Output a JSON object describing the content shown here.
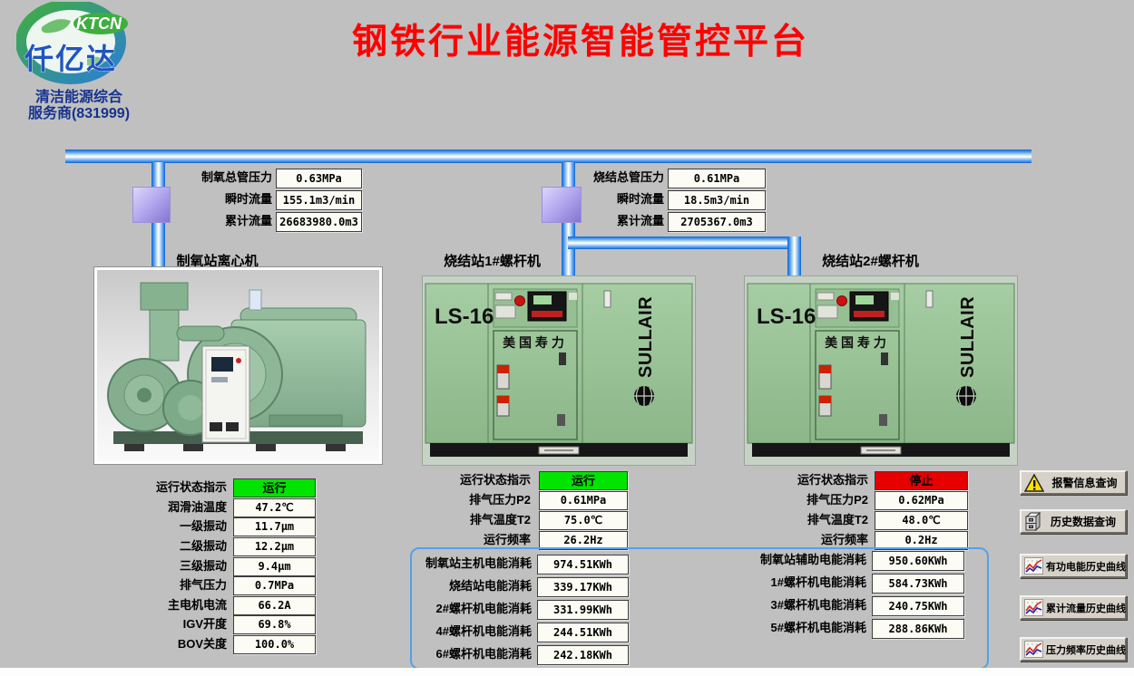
{
  "logo": {
    "brand_en": "KTCN",
    "brand_cn": "仟亿达",
    "tagline_line1": "清洁能源综合",
    "tagline_line2": "服务商(831999)"
  },
  "title": "钢铁行业能源智能管控平台",
  "meters": {
    "oxygen": {
      "pressure_label": "制氧总管压力",
      "pressure_value": "0.63MPa",
      "flow_label": "瞬时流量",
      "flow_value": "155.1m3/min",
      "total_label": "累计流量",
      "total_value": "26683980.0m3"
    },
    "sinter": {
      "pressure_label": "烧结总管压力",
      "pressure_value": "0.61MPa",
      "flow_label": "瞬时流量",
      "flow_value": "18.5m3/min",
      "total_label": "累计流量",
      "total_value": "2705367.0m3"
    }
  },
  "machines": {
    "centrifugal": {
      "name": "制氧站离心机"
    },
    "screw1": {
      "name": "烧结站1#螺杆机",
      "model": "LS-16",
      "brand": "SULLAIR",
      "brand_cn": "美 国 寿 力"
    },
    "screw2": {
      "name": "烧结站2#螺杆机",
      "model": "LS-16",
      "brand": "SULLAIR",
      "brand_cn": "美 国 寿 力"
    }
  },
  "status": {
    "centrifugal": {
      "state_label": "运行状态指示",
      "state_value": "运行",
      "rows": [
        {
          "label": "润滑油温度",
          "value": "47.2℃"
        },
        {
          "label": "一级振动",
          "value": "11.7μm"
        },
        {
          "label": "二级振动",
          "value": "12.2μm"
        },
        {
          "label": "三级振动",
          "value": "9.4μm"
        },
        {
          "label": "排气压力",
          "value": "0.7MPa"
        },
        {
          "label": "主电机电流",
          "value": "66.2A"
        },
        {
          "label": "IGV开度",
          "value": "69.8%"
        },
        {
          "label": "BOV关度",
          "value": "100.0%"
        }
      ]
    },
    "screw1": {
      "state_label": "运行状态指示",
      "state_value": "运行",
      "rows": [
        {
          "label": "排气压力P2",
          "value": "0.61MPa"
        },
        {
          "label": "排气温度T2",
          "value": "75.0℃"
        },
        {
          "label": "运行频率",
          "value": "26.2Hz"
        }
      ]
    },
    "screw2": {
      "state_label": "运行状态指示",
      "state_value": "停止",
      "rows": [
        {
          "label": "排气压力P2",
          "value": "0.62MPa"
        },
        {
          "label": "排气温度T2",
          "value": "48.0℃"
        },
        {
          "label": "运行频率",
          "value": "0.2Hz"
        }
      ]
    }
  },
  "energy": {
    "left": [
      {
        "label": "制氧站主机电能消耗",
        "value": "974.51KWh"
      },
      {
        "label": "烧结站电能消耗",
        "value": "339.17KWh"
      },
      {
        "label": "2#螺杆机电能消耗",
        "value": "331.99KWh"
      },
      {
        "label": "4#螺杆机电能消耗",
        "value": "244.51KWh"
      },
      {
        "label": "6#螺杆机电能消耗",
        "value": "242.18KWh"
      }
    ],
    "right": [
      {
        "label": "制氧站辅助电能消耗",
        "value": "950.60KWh"
      },
      {
        "label": "1#螺杆机电能消耗",
        "value": "584.73KWh"
      },
      {
        "label": "3#螺杆机电能消耗",
        "value": "240.75KWh"
      },
      {
        "label": "5#螺杆机电能消耗",
        "value": "288.86KWh"
      }
    ]
  },
  "buttons": [
    {
      "label": "报警信息查询",
      "icon": "warning-icon"
    },
    {
      "label": "历史数据查询",
      "icon": "archive-icon"
    },
    {
      "label": "有功电能历史曲线",
      "icon": "trend-icon"
    },
    {
      "label": "累计流量历史曲线",
      "icon": "trend-icon"
    },
    {
      "label": "压力频率历史曲线",
      "icon": "trend-icon"
    }
  ],
  "colors": {
    "run_green": "#00e400",
    "stop_red": "#e60000",
    "title_red": "#ff0000",
    "pipe_blue": "#0f63d8",
    "panel_border_blue": "#55a0e8",
    "machine_green": "#9dc79b"
  }
}
